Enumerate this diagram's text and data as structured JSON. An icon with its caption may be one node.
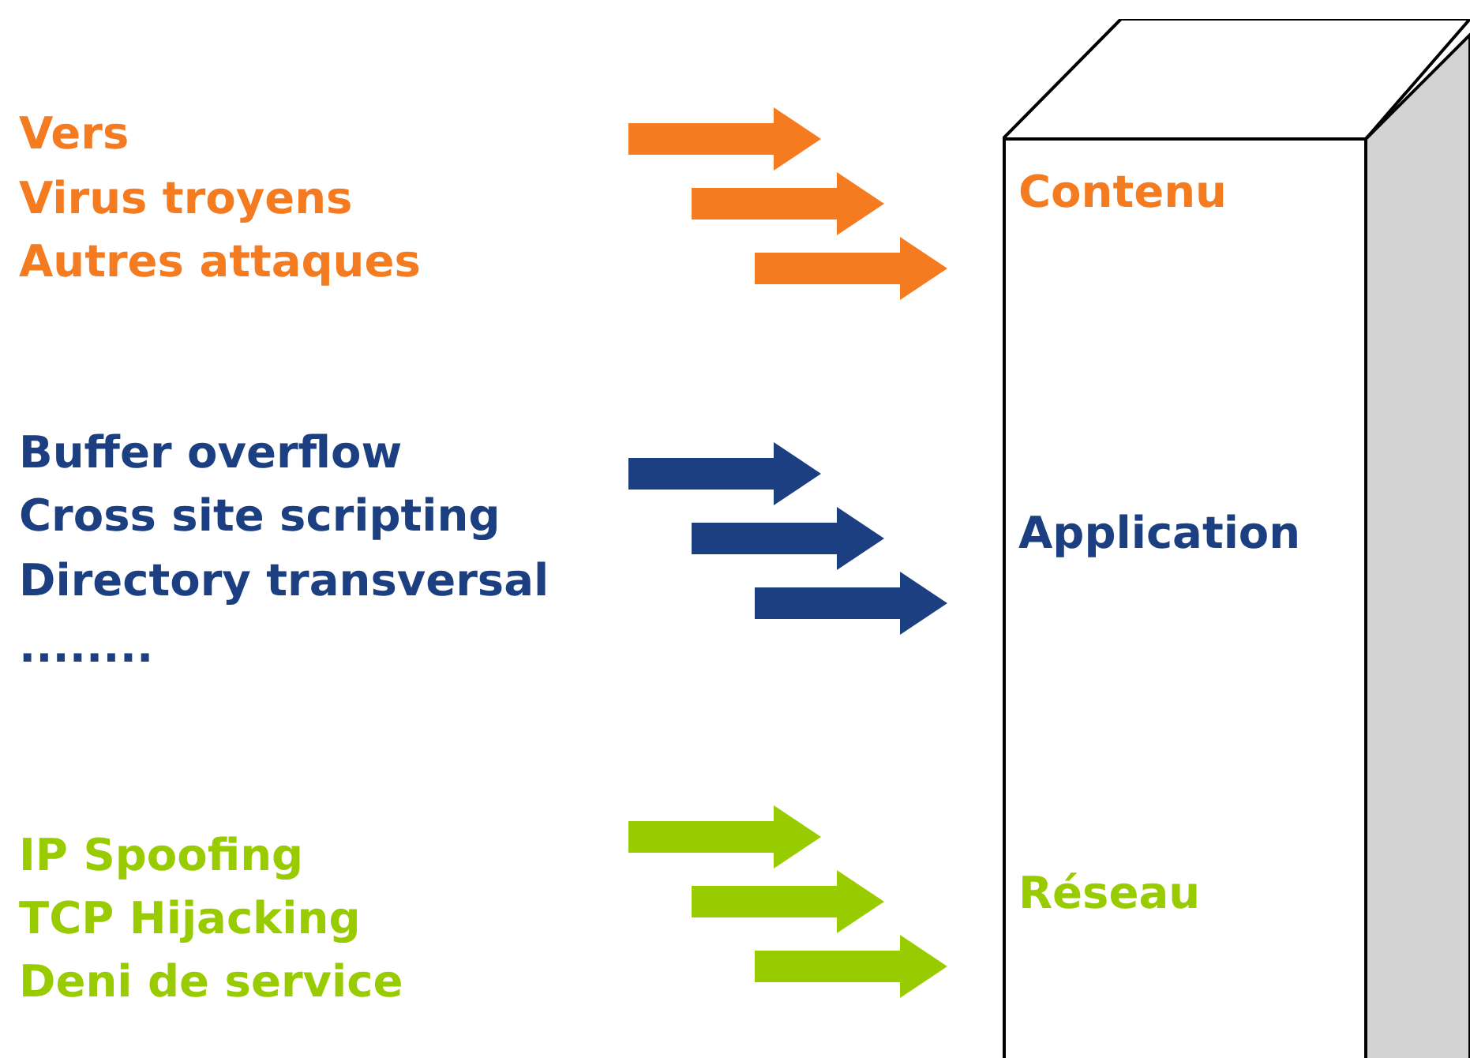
{
  "diagram": {
    "nodes": [
      {
        "text": [],
        "shape": "box"
      },
      {
        "text": [
          "Contenu"
        ],
        "in": 0
      },
      {
        "text": [
          "Application"
        ],
        "in": 0
      },
      {
        "text": [
          "Réseau"
        ],
        "in": 0
      }
    ],
    "labels": [
      "Vers",
      "Virus troyens",
      "Autres attaques",
      "Buffer overflow",
      "Cross site scripting",
      "Directory transversal",
      "........",
      "IP Spoofing",
      "TCP Hijacking",
      "Deni de service"
    ]
  }
}
